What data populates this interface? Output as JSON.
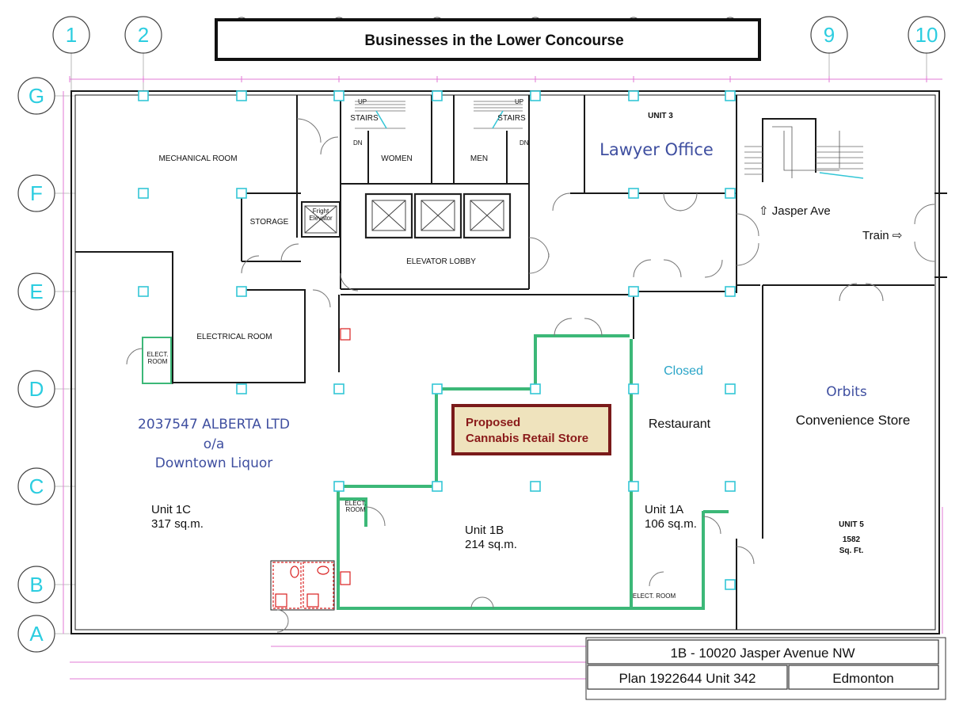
{
  "title": "Businesses in the Lower Concourse",
  "grid_columns": [
    "1",
    "2",
    "9",
    "10"
  ],
  "grid_rows": [
    "G",
    "F",
    "E",
    "D",
    "C",
    "B",
    "A"
  ],
  "rooms": {
    "mechanical": "MECHANICAL ROOM",
    "storage": "STORAGE",
    "fright_elevator_1": "Fright",
    "fright_elevator_2": "Elevator",
    "electrical": "ELECTRICAL ROOM",
    "elect_room_1": "ELECT.",
    "elect_room_2": "ROOM",
    "elect_room_3": "ELECT.",
    "elect_room_4": "ROOM",
    "elect_room_5": "ELECT. ROOM",
    "stairs_1": "STAIRS",
    "stairs_2": "STAIRS",
    "women": "WOMEN",
    "men": "MEN",
    "elevator_lobby": "ELEVATOR LOBBY",
    "up_1": "UP",
    "up_2": "UP",
    "dn_1": "DN",
    "dn_2": "DN"
  },
  "units": {
    "unit3_label": "UNIT 3",
    "unit3_business": "Lawyer Office",
    "jasper_ave": "⇧ Jasper Ave",
    "train": "Train ⇨",
    "unit1c_business_1": "2037547 ALBERTA LTD",
    "unit1c_business_2": "o/a",
    "unit1c_business_3": "Downtown Liquor",
    "unit1c_label": "Unit 1C",
    "unit1c_area": "317 sq.m.",
    "unit1b_proposed_1": "Proposed",
    "unit1b_proposed_2": "Cannabis Retail Store",
    "unit1b_label": "Unit 1B",
    "unit1b_area": "214 sq.m.",
    "unit1a_status": "Closed",
    "unit1a_business": "Restaurant",
    "unit1a_label": "Unit 1A",
    "unit1a_area": "106 sq.m.",
    "unit5_business_1": "Orbits",
    "unit5_business_2": "Convenience Store",
    "unit5_label": "UNIT 5",
    "unit5_area_1": "1582",
    "unit5_area_2": "Sq. Ft."
  },
  "info_table": {
    "address": "1B - 10020 Jasper Avenue NW",
    "plan": "Plan 1922644 Unit 342",
    "city": "Edmonton"
  },
  "colors": {
    "grid_bubble_text": "#2ccde0",
    "unit_highlight": "#3cb878",
    "business_text": "#3f4fa0",
    "proposed_box_fill": "#efe3bd",
    "proposed_box_border": "#7a1a1a",
    "closed_text": "#2aa5c8"
  }
}
